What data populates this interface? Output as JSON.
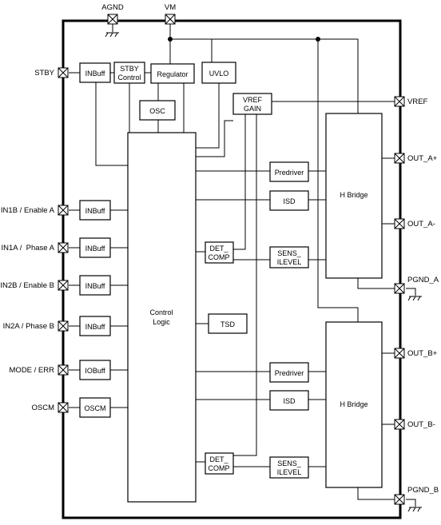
{
  "pins": {
    "agnd": "AGND",
    "vm": "VM",
    "stby": "STBY",
    "vref": "VREF",
    "in1b_enable_a": "IN1B / Enable A",
    "in1a_phase_a": "IN1A /  Phase A",
    "in2b_enable_b": "IN2B / Enable B",
    "in2a_phase_b": "IN2A / Phase B",
    "mode_err": "MODE / ERR",
    "oscm": "OSCM",
    "out_a_plus": "OUT_A+",
    "out_a_minus": "OUT_A-",
    "pgnd_a": "PGND_A",
    "out_b_plus": "OUT_B+",
    "out_b_minus": "OUT_B-",
    "pgnd_b": "PGND_B"
  },
  "blocks": {
    "inbuff_stby": "INBuff",
    "stby_control_l1": "STBY",
    "stby_control_l2": "Control",
    "regulator": "Regulator",
    "uvlo": "UVLO",
    "osc": "OSC",
    "vref_gain_l1": "VREF",
    "vref_gain_l2": "GAIN",
    "control_logic_l1": "Control",
    "control_logic_l2": "Logic",
    "inbuff": "INBuff",
    "iobuff": "IOBuff",
    "oscm": "OSCM",
    "det_comp_l1": "DET_",
    "det_comp_l2": "COMP",
    "tsd": "TSD",
    "predriver": "Predriver",
    "isd": "ISD",
    "sens_ilevel_l1": "SENS_",
    "sens_ilevel_l2": "ILEVEL",
    "h_bridge": "H Bridge"
  }
}
